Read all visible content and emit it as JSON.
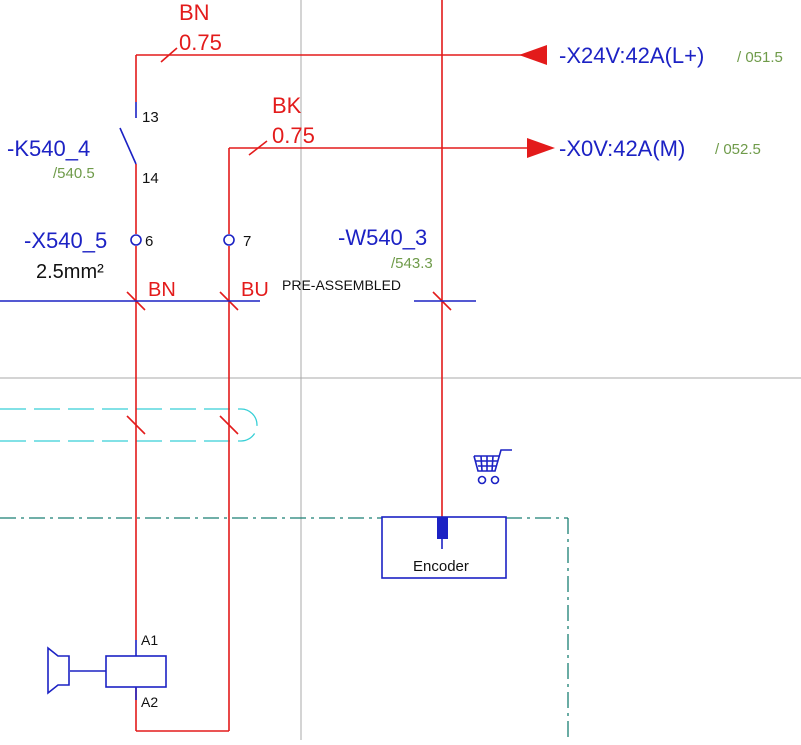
{
  "colors": {
    "wire": "#e31b1b",
    "symbol": "#1c22c4",
    "reference": "#6f9b4a",
    "text": "#111111",
    "grid": "#a9a9a9",
    "dashed_cable": "#37cfd6",
    "frame": "#1a7f73"
  },
  "wires": {
    "top": {
      "color_code": "BN",
      "cross_section": "0.75"
    },
    "second": {
      "color_code": "BK",
      "cross_section": "0.75"
    }
  },
  "potentials": {
    "supply": {
      "label": "-X24V:42A(L+)",
      "ref": "/ 051.5"
    },
    "return": {
      "label": "-X0V:42A(M)",
      "ref": "/ 052.5"
    }
  },
  "contact": {
    "tag": "-K540_4",
    "ref": "/540.5",
    "pin_top": "13",
    "pin_bottom": "14"
  },
  "terminal": {
    "tag": "-X540_5",
    "size": "2.5mm²",
    "pin_left": "6",
    "pin_right": "7"
  },
  "cable": {
    "tag": "-W540_3",
    "ref": "/543.3",
    "note": "PRE-ASSEMBLED",
    "cores": [
      "BN",
      "BU"
    ]
  },
  "device": {
    "label": "Encoder",
    "icon": "shopping-cart-icon"
  },
  "coil": {
    "pin_top": "A1",
    "pin_bottom": "A2",
    "icon": "coil-actuator-icon"
  }
}
